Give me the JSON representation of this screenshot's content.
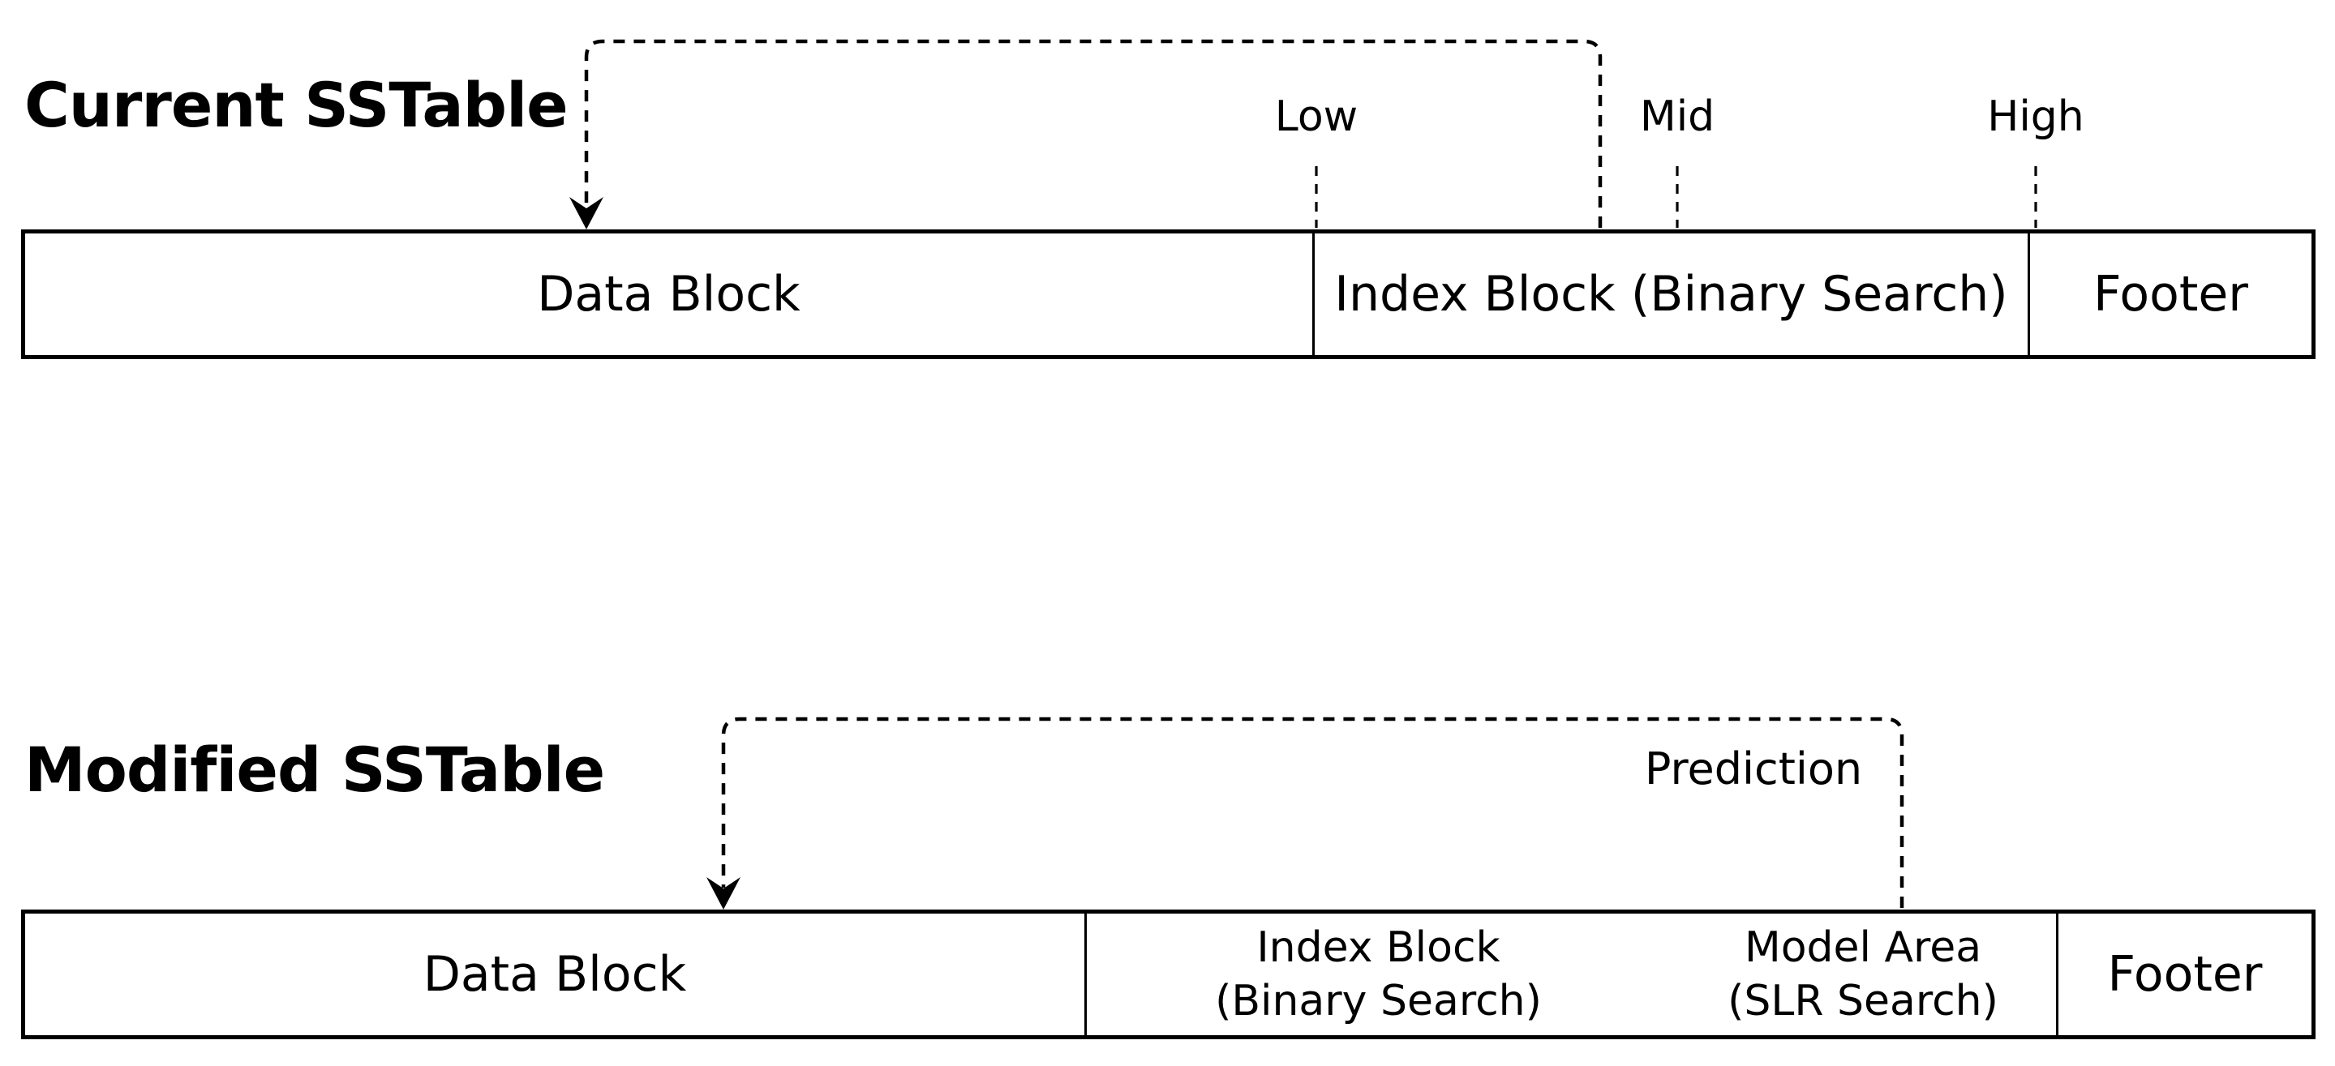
{
  "canvas": {
    "background": "#ffffff",
    "line_color": "#000000"
  },
  "current": {
    "title": "Current SSTable",
    "blocks": [
      {
        "label": "Data Block"
      },
      {
        "label": "Index Block (Binary Search)"
      },
      {
        "label": "Footer"
      }
    ],
    "markers": [
      {
        "label": "Low"
      },
      {
        "label": "Mid"
      },
      {
        "label": "High"
      }
    ]
  },
  "modified": {
    "title": "Modified SSTable",
    "pointer_label": "Prediction",
    "blocks": [
      {
        "label": "Data Block"
      },
      {
        "label": "Index Block",
        "sublabel": "(Binary Search)"
      },
      {
        "label": "Model Area",
        "sublabel": "(SLR Search)"
      },
      {
        "label": "Footer"
      }
    ]
  }
}
